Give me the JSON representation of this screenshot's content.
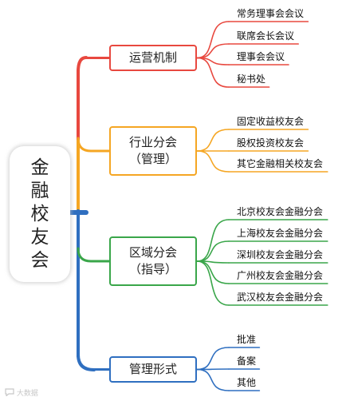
{
  "root": {
    "chars": [
      "金",
      "融",
      "校",
      "友",
      "会"
    ]
  },
  "colors": {
    "red": "#e8483f",
    "orange": "#f5a623",
    "green": "#3aa64a",
    "blue": "#2f6fc0",
    "watermark": "#c7c7c7"
  },
  "branches": [
    {
      "lines": [
        "运营机制"
      ],
      "color": "#e8483f",
      "leaves": [
        "常务理事会会议",
        "联席会长会议",
        "理事会会议",
        "秘书处"
      ]
    },
    {
      "lines": [
        "行业分会",
        "（管理）"
      ],
      "color": "#f5a623",
      "leaves": [
        "固定收益校友会",
        "股权投资校友会",
        "其它金融相关校友会"
      ]
    },
    {
      "lines": [
        "区域分会",
        "（指导）"
      ],
      "color": "#3aa64a",
      "leaves": [
        "北京校友会金融分会",
        "上海校友会金融分会",
        "深圳校友会金融分会",
        "广州校友会金融分会",
        "武汉校友会金融分会"
      ]
    },
    {
      "lines": [
        "管理形式"
      ],
      "color": "#2f6fc0",
      "leaves": [
        "批准",
        "备案",
        "其他"
      ]
    }
  ],
  "watermark": {
    "text": "大数据",
    "icon": "speech-bubble-icon"
  }
}
